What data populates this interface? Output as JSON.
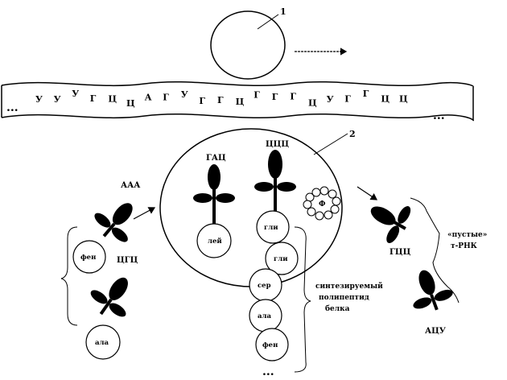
{
  "labels": {
    "number_1": "1",
    "number_2": "2",
    "dots_left": "...",
    "dots_right": "...",
    "dots_bottom": "..."
  },
  "mrna": {
    "letters": [
      "У",
      "У",
      "У",
      "Г",
      "Ц",
      "Ц",
      "А",
      "Г",
      "У",
      "Г",
      "Г",
      "Ц",
      "Г",
      "Г",
      "Г",
      "Ц",
      "У",
      "Г",
      "Г",
      "Ц",
      "Ц"
    ]
  },
  "trnas": {
    "gau": {
      "anticodon": "ГАЦ",
      "amino": "лей"
    },
    "tssts": {
      "anticodon": "ЦЦЦ",
      "amino": "гли"
    },
    "aaa": {
      "anticodon": "ААА",
      "amino": "фен"
    },
    "tsgts": {
      "anticodon": "ЦГЦ",
      "amino": "ала"
    },
    "gtsts": {
      "anticodon": "ГЦЦ"
    },
    "atsu": {
      "anticodon": "АЦУ"
    }
  },
  "chain": [
    "гли",
    "сер",
    "ала",
    "фен"
  ],
  "peptidyl_site_label": "Ф",
  "empty_trna_label": [
    "«пустые»",
    "т-РНК"
  ],
  "polypeptide_label": [
    "синтезируемый",
    "полипептид",
    "белка"
  ]
}
